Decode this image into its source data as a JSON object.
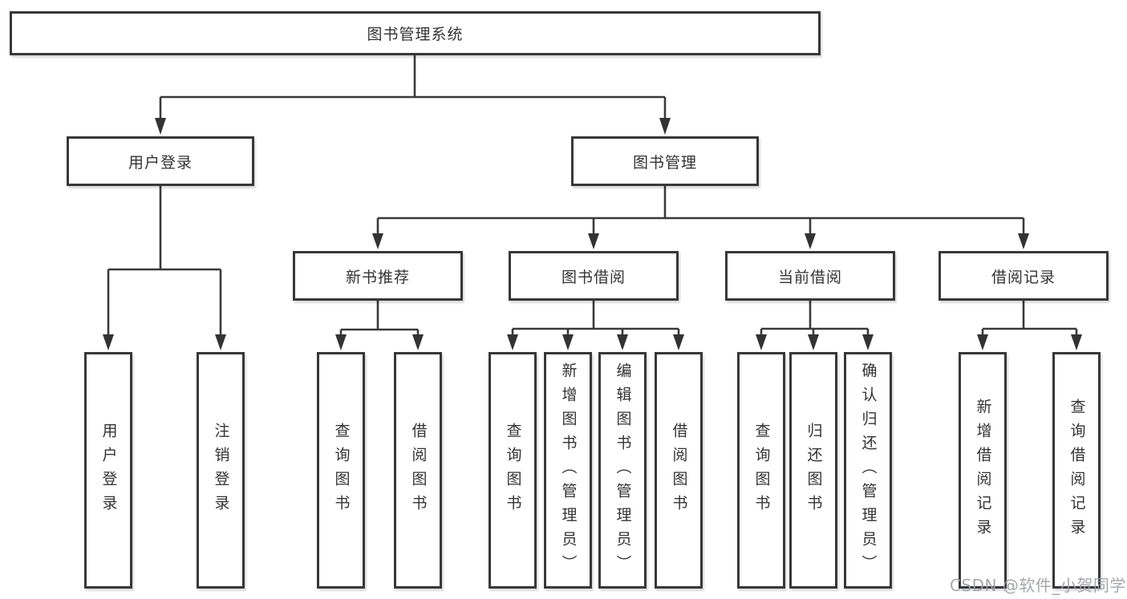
{
  "diagram": {
    "root": {
      "label": "图书管理系统"
    },
    "login": {
      "label": "用户登录",
      "children": [
        "用户登录",
        "注销登录"
      ]
    },
    "management": {
      "label": "图书管理",
      "children": [
        {
          "label": "新书推荐",
          "children": [
            "查询图书",
            "借阅图书"
          ]
        },
        {
          "label": "图书借阅",
          "children": [
            "查询图书",
            "新增图书（管理员）",
            "编辑图书（管理员）",
            "借阅图书"
          ]
        },
        {
          "label": "当前借阅",
          "children": [
            "查询图书",
            "归还图书",
            "确认归还（管理员）"
          ]
        },
        {
          "label": "借阅记录",
          "children": [
            "新增借阅记录",
            "查询借阅记录"
          ]
        }
      ]
    },
    "watermark": "CSDN @软件_小贺同学",
    "colors": {
      "line": "#3a3a3a",
      "box_border": "#383838",
      "box_fill": "#ffffff",
      "text": "#333333",
      "watermark": "#9d9fa5",
      "background": "#ffffff"
    }
  }
}
